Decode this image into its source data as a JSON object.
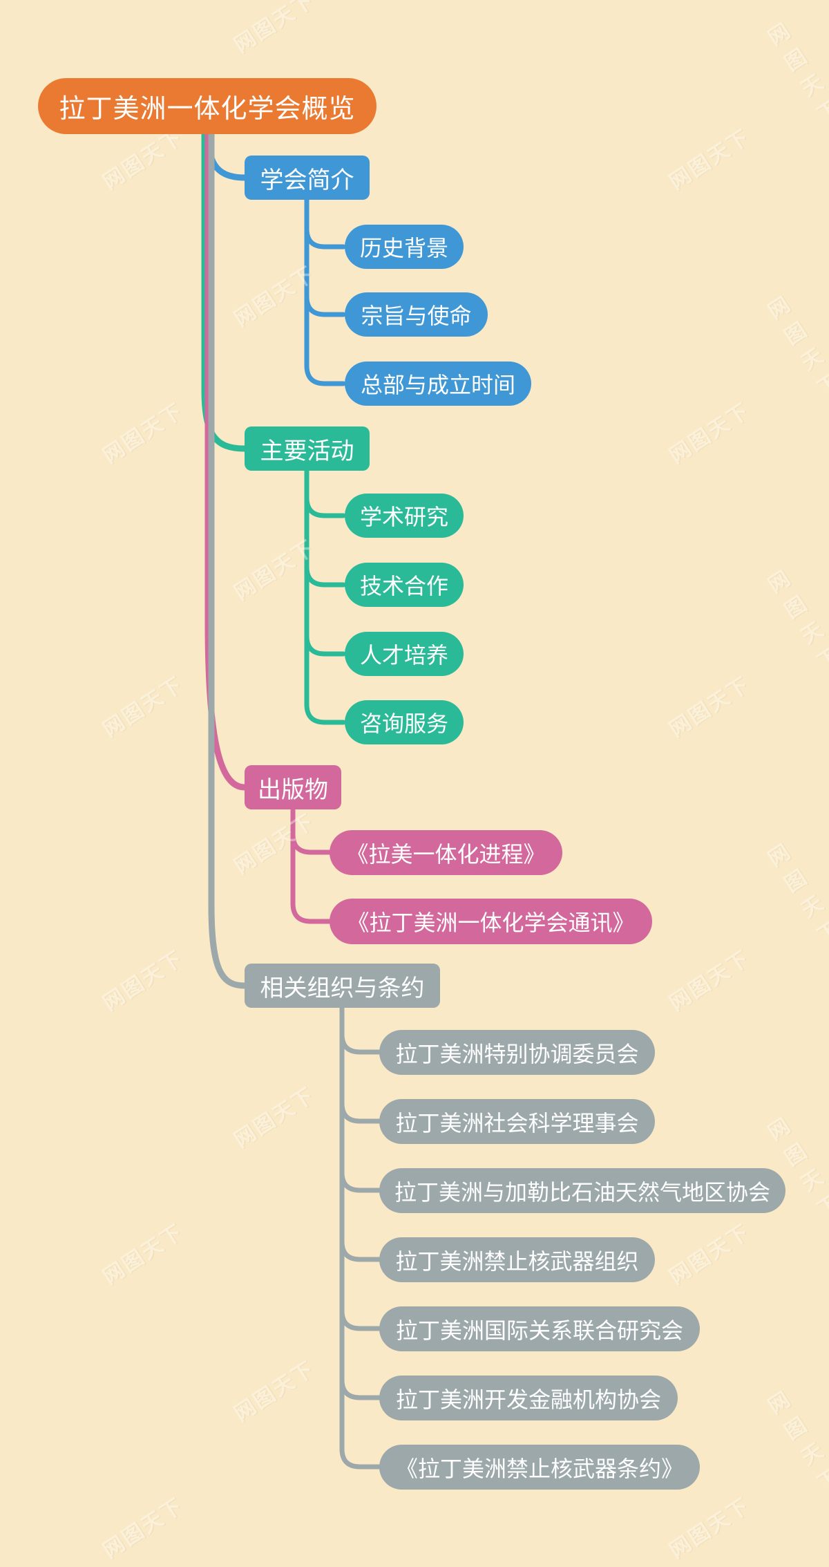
{
  "palette": {
    "background": "#FAE9C6",
    "root_orange": "#EA7A31",
    "branch_blue": "#3F97D6",
    "branch_green": "#2ABA97",
    "branch_pink": "#D2689B",
    "branch_gray": "#9CA8A9",
    "node_text": "#FFFFFF"
  },
  "watermark": {
    "text": "网图天下"
  },
  "tree": {
    "root": {
      "label": "拉丁美洲一体化学会概览",
      "color": "#EA7A31"
    },
    "branches": [
      {
        "label": "学会简介",
        "color": "#3F97D6",
        "children": [
          "历史背景",
          "宗旨与使命",
          "总部与成立时间"
        ]
      },
      {
        "label": "主要活动",
        "color": "#2ABA97",
        "children": [
          "学术研究",
          "技术合作",
          "人才培养",
          "咨询服务"
        ]
      },
      {
        "label": "出版物",
        "color": "#D2689B",
        "children": [
          "《拉美一体化进程》",
          "《拉丁美洲一体化学会通讯》"
        ]
      },
      {
        "label": "相关组织与条约",
        "color": "#9CA8A9",
        "children": [
          "拉丁美洲特别协调委员会",
          "拉丁美洲社会科学理事会",
          "拉丁美洲与加勒比石油天然气地区协会",
          "拉丁美洲禁止核武器组织",
          "拉丁美洲国际关系联合研究会",
          "拉丁美洲开发金融机构协会",
          "《拉丁美洲禁止核武器条约》"
        ]
      }
    ]
  }
}
